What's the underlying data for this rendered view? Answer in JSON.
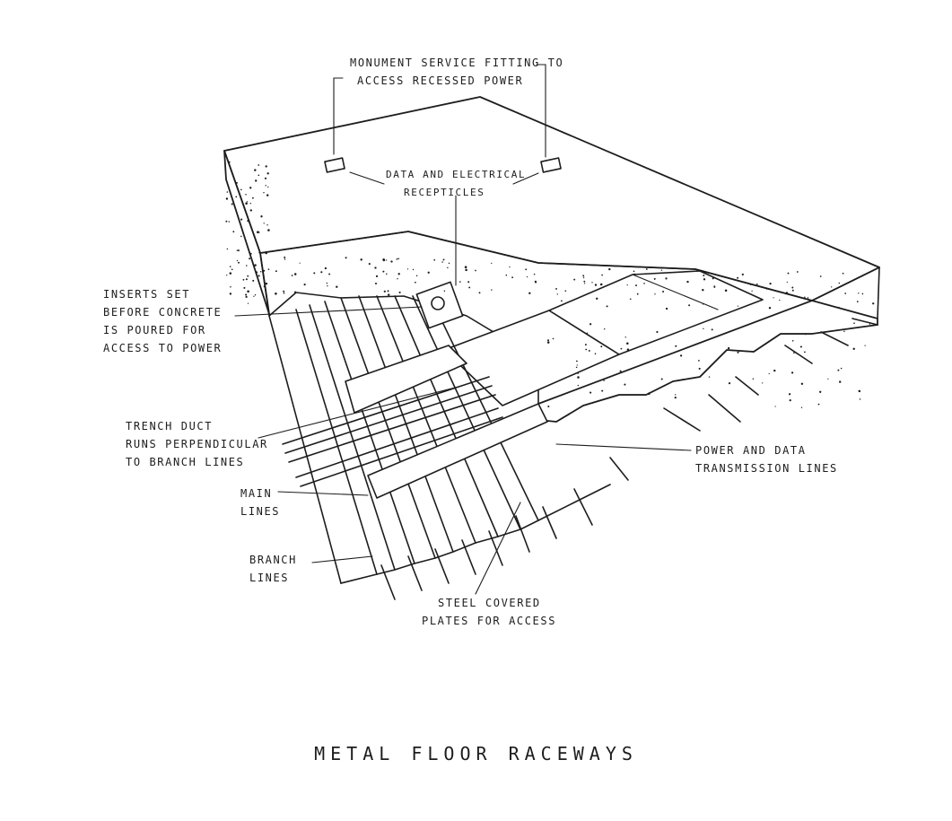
{
  "title": "METAL   FLOOR   RACEWAYS",
  "labels": {
    "monument": [
      "MONUMENT SERVICE FITTING TO",
      "ACCESS RECESSED POWER"
    ],
    "receptacles": [
      "DATA AND ELECTRICAL",
      "RECEPTICLES"
    ],
    "inserts": [
      "INSERTS SET",
      "BEFORE CONCRETE",
      "IS POURED FOR",
      "ACCESS TO POWER"
    ],
    "trench": [
      "TRENCH DUCT",
      "RUNS PERPENDICULAR",
      "TO BRANCH LINES"
    ],
    "main": [
      "MAIN",
      "LINES"
    ],
    "branch": [
      "BRANCH",
      "LINES"
    ],
    "steel": [
      "STEEL COVERED",
      "PLATES FOR ACCESS"
    ],
    "power": [
      "POWER AND DATA",
      "TRANSMISSION LINES"
    ]
  },
  "colors": {
    "ink": "#1d1d1d",
    "paper": "#ffffff"
  }
}
